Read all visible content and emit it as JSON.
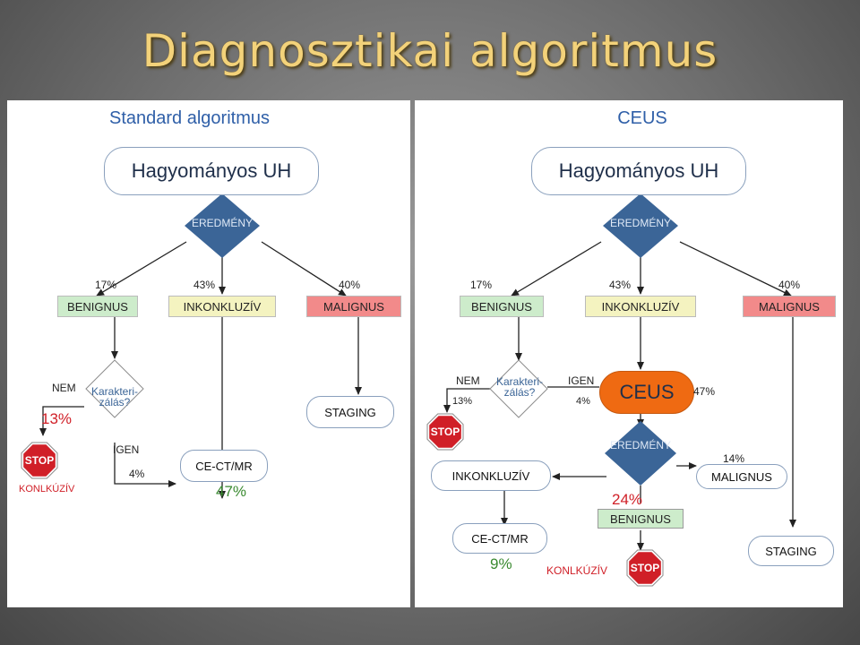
{
  "title": "Diagnosztikai algoritmus",
  "left": {
    "heading": "Standard algoritmus",
    "start": "Hagyományos UH",
    "decision": "EREDMÉNY",
    "benign_pct": "17%",
    "inconclusive_pct": "43%",
    "malignant_pct": "40%",
    "benign": "BENIGNUS",
    "inconclusive": "INKONKLUZÍV",
    "malignant": "MALIGNUS",
    "no": "NEM",
    "no_pct": "13%",
    "characterization": "Karakteri-\nzálás?",
    "yes": "IGEN",
    "yes_pct": "4%",
    "ctmr": "CE-CT/MR",
    "ctmr_pct": "47%",
    "staging": "STAGING",
    "stop": "STOP",
    "conclusive": "KONLKÚZÍV"
  },
  "right": {
    "heading": "CEUS",
    "start": "Hagyományos UH",
    "decision": "EREDMÉNY",
    "benign_pct": "17%",
    "inconclusive_pct": "43%",
    "malignant_pct": "40%",
    "benign": "BENIGNUS",
    "inconclusive": "INKONKLUZÍV",
    "malignant": "MALIGNUS",
    "no": "NEM",
    "no_pct": "13%",
    "characterization": "Karakteri-\nzálás?",
    "yes": "IGEN",
    "yes_pct": "4%",
    "ceus": "CEUS",
    "ceus_pct": "47%",
    "stop": "STOP",
    "decision2": "EREDMÉNY",
    "inconclusive2": "INKONKLUZÍV",
    "malignant2_pct": "14%",
    "malignant2": "MALIGNUS",
    "benign2_pct": "24%",
    "benign2": "BENIGNUS",
    "ctmr": "CE-CT/MR",
    "ctmr_pct": "9%",
    "conclusive": "KONLKÚZÍV",
    "stop2": "STOP",
    "staging": "STAGING"
  },
  "colors": {
    "diamond": "#3b6597",
    "benign": "#cdeccb",
    "inconclusive": "#f4f3c0",
    "malignant": "#f28a8a",
    "stop": "#d01f27",
    "ceus": "#ef6a12",
    "heading": "#2f5fa8"
  }
}
